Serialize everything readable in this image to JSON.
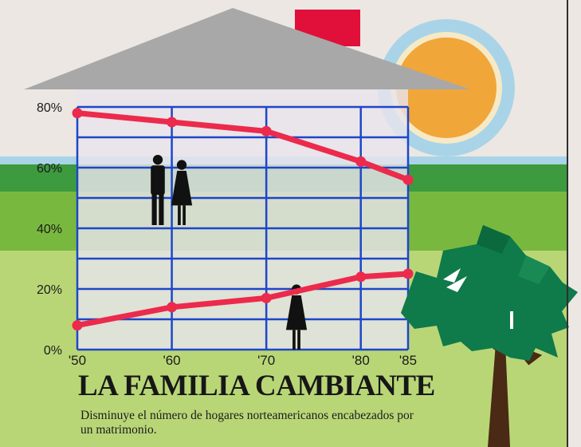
{
  "chart_data": {
    "type": "line",
    "title": "LA FAMILIA CAMBIANTE",
    "subtitle": "Disminuye el número de hogares norteamericanos encabezados por un matrimonio.",
    "x": [
      "'50",
      "'60",
      "'70",
      "'80",
      "'85"
    ],
    "x_values": [
      1950,
      1960,
      1970,
      1980,
      1985
    ],
    "xlim": [
      1950,
      1985
    ],
    "ylim": [
      0,
      80
    ],
    "yticks": [
      0,
      20,
      40,
      60,
      80
    ],
    "ytick_labels": [
      "0%",
      "20%",
      "40%",
      "60%",
      "80%"
    ],
    "grid": true,
    "legend": "none",
    "series": [
      {
        "values": [
          78,
          75,
          72,
          62,
          56
        ]
      },
      {
        "values": [
          8,
          14,
          17,
          24,
          25
        ]
      }
    ],
    "colors": {
      "line": "#ec2a4c",
      "grid": "#1e46c8",
      "roof": "#a8a8a8",
      "chimney": "#e0103a",
      "sun": "#f1a63a",
      "tree": "#0f7a4a"
    }
  }
}
